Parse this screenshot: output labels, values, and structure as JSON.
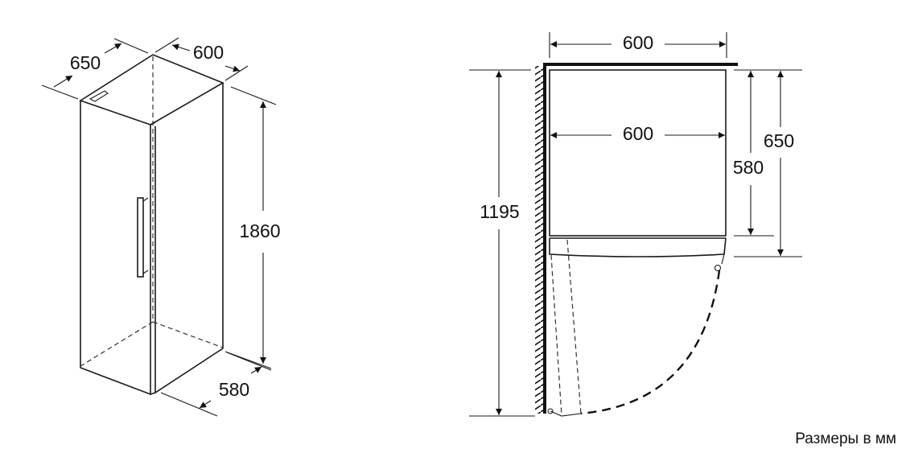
{
  "iso_view": {
    "depth_label": "650",
    "width_label": "600",
    "height_label": "1860",
    "depth_without_door_label": "580"
  },
  "plan_view": {
    "overall_width_label": "600",
    "inner_width_label": "600",
    "door_open_depth_label": "1195",
    "body_depth_label": "580",
    "total_depth_label": "650"
  },
  "caption": "Размеры в мм"
}
